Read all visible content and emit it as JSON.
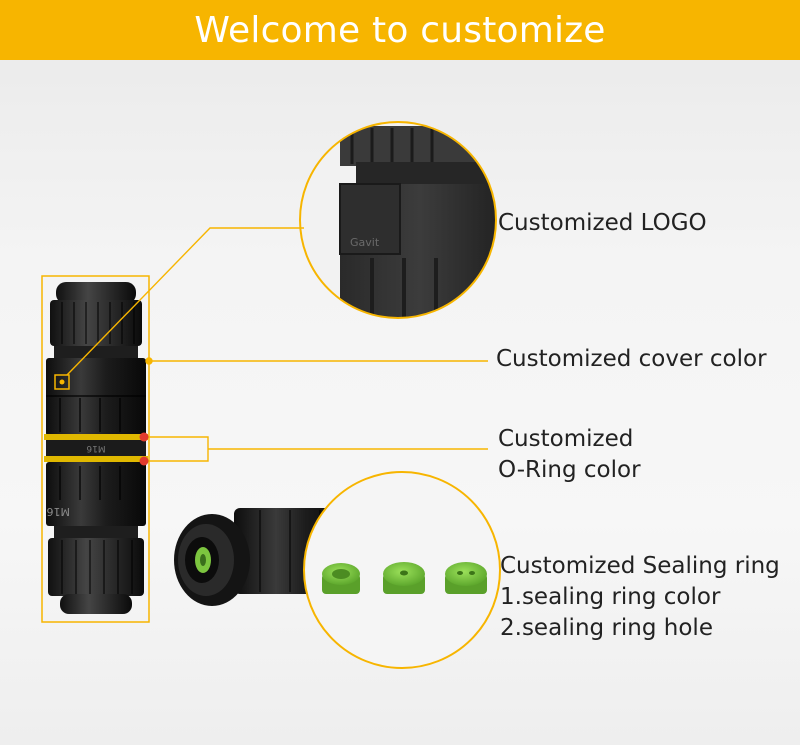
{
  "banner": {
    "title": "Welcome to customize"
  },
  "logo_text": "Gavit",
  "callouts": {
    "logo": "Customized LOGO",
    "cover": "Customized cover color",
    "oring_line1": "Customized",
    "oring_line2": "O-Ring color",
    "sealing_title": "Customized Sealing ring",
    "sealing_item1": "1.sealing ring color",
    "sealing_item2": "2.sealing ring hole"
  },
  "product_marking": "M16",
  "colors": {
    "accent": "#f7b500",
    "connector_body": "#1a1a1a",
    "o_ring": "#e0b800",
    "sealing_ring": "#7cc53f",
    "marker_dot": "#e23b2e"
  }
}
